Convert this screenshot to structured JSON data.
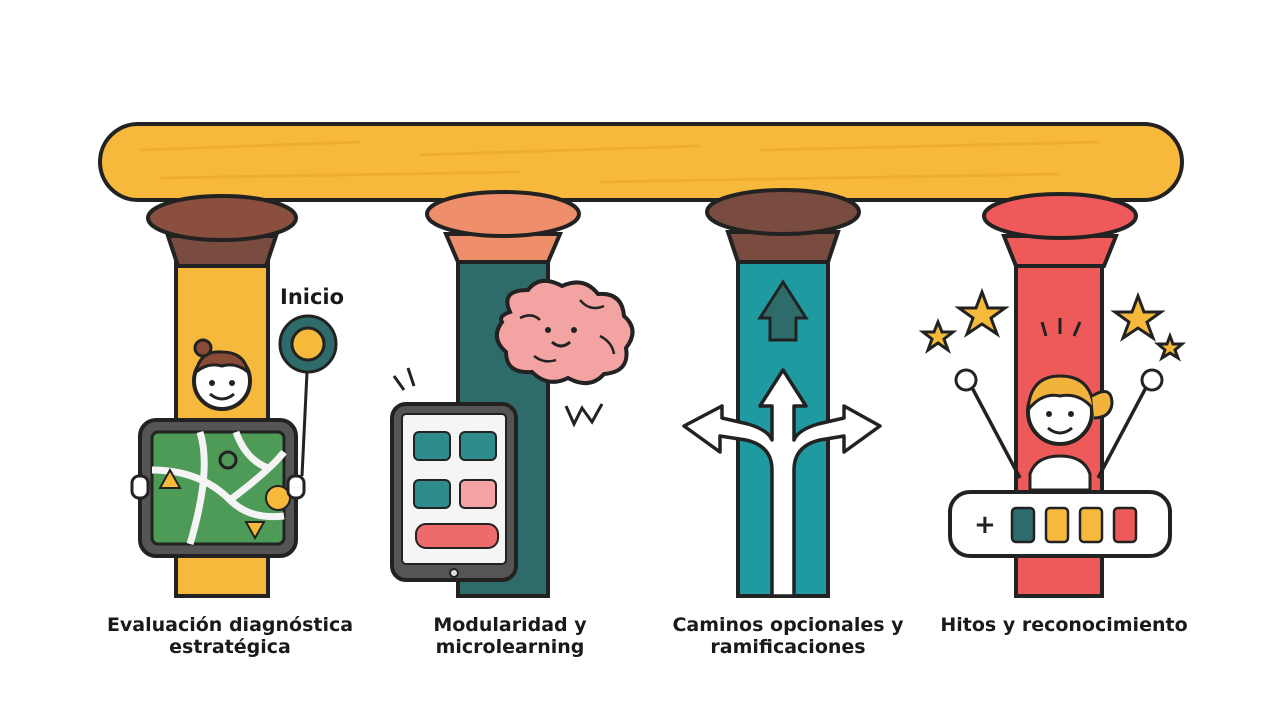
{
  "start_label": "Inicio",
  "pillars": [
    {
      "caption_line1": "Evaluación diagnóstica",
      "caption_line2": "estratégica"
    },
    {
      "caption_line1": "Modularidad y",
      "caption_line2": "microlearning"
    },
    {
      "caption_line1": "Caminos opcionales y",
      "caption_line2": "ramificaciones"
    },
    {
      "caption_line1": "Hitos y reconocimiento",
      "caption_line2": ""
    }
  ],
  "progress_plus": "+",
  "colors": {
    "beam": "#F6B93B",
    "pillar_yellow": "#F6B93B",
    "pillar_teal_dark": "#2E6B6B",
    "pillar_teal": "#1E9AA0",
    "pillar_red": "#EE5A5A",
    "capital_brown": "#7A4B3F",
    "capital_salmon": "#EE8E6A",
    "outline": "#222222"
  }
}
